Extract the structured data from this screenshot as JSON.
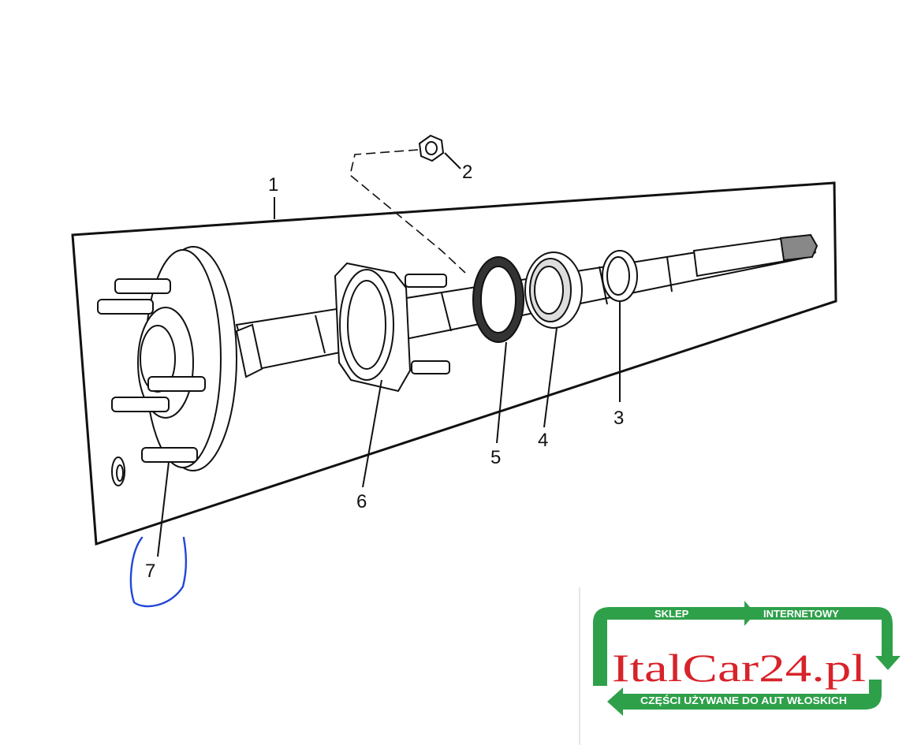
{
  "diagram": {
    "callouts": [
      {
        "id": "1",
        "label": "1"
      },
      {
        "id": "2",
        "label": "2"
      },
      {
        "id": "3",
        "label": "3"
      },
      {
        "id": "4",
        "label": "4"
      },
      {
        "id": "5",
        "label": "5"
      },
      {
        "id": "6",
        "label": "6"
      },
      {
        "id": "7",
        "label": "7"
      }
    ]
  },
  "logo": {
    "top_left": "SKLEP",
    "top_right": "INTERNETOWY",
    "brand": "ItalCar24.pl",
    "bottom": "CZĘŚCI UŻYWANE DO AUT WŁOSKICH",
    "colors": {
      "green": "#2fa04a",
      "red": "#d8232a"
    }
  },
  "annotation": {
    "color": "#2447d6"
  }
}
